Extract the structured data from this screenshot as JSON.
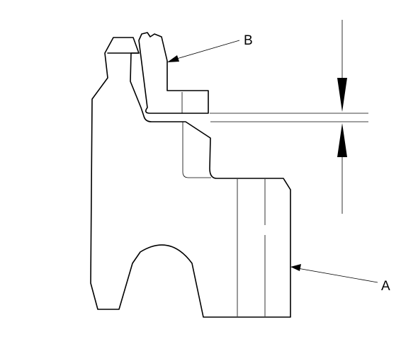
{
  "diagram": {
    "callouts": [
      {
        "id": "A",
        "text": "A"
      },
      {
        "id": "B",
        "text": "B"
      }
    ]
  }
}
